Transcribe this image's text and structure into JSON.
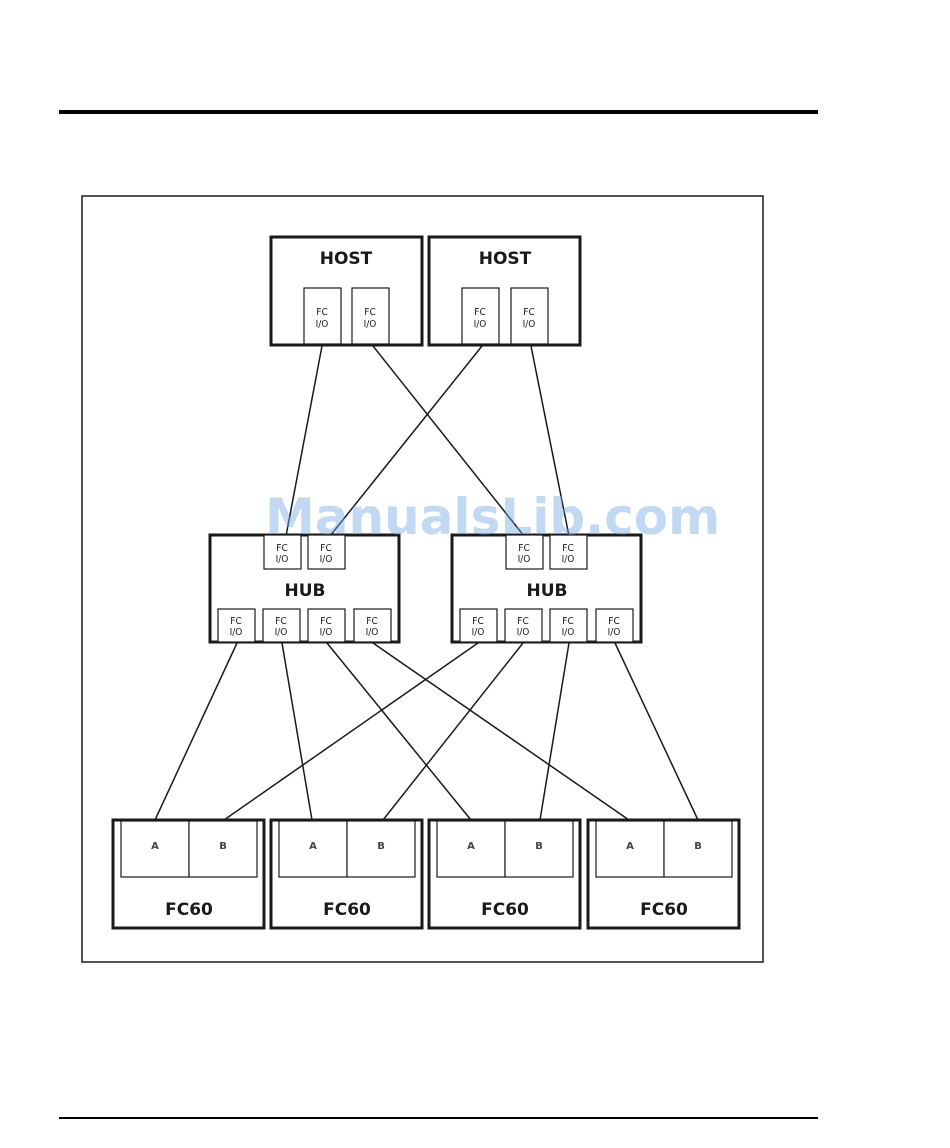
{
  "watermark": "ManualsLib.com",
  "colors": {
    "stroke": "#1a1a1a",
    "watermark": "#78aae6"
  },
  "hosts": [
    {
      "label": "HOST",
      "ports": [
        {
          "line1": "FC",
          "line2": "I/O"
        },
        {
          "line1": "FC",
          "line2": "I/O"
        }
      ]
    },
    {
      "label": "HOST",
      "ports": [
        {
          "line1": "FC",
          "line2": "I/O"
        },
        {
          "line1": "FC",
          "line2": "I/O"
        }
      ]
    }
  ],
  "hubs": [
    {
      "label": "HUB",
      "top_ports": [
        {
          "line1": "FC",
          "line2": "I/O"
        },
        {
          "line1": "FC",
          "line2": "I/O"
        }
      ],
      "bottom_ports": [
        {
          "line1": "FC",
          "line2": "I/O"
        },
        {
          "line1": "FC",
          "line2": "I/O"
        },
        {
          "line1": "FC",
          "line2": "I/O"
        },
        {
          "line1": "FC",
          "line2": "I/O"
        }
      ]
    },
    {
      "label": "HUB",
      "top_ports": [
        {
          "line1": "FC",
          "line2": "I/O"
        },
        {
          "line1": "FC",
          "line2": "I/O"
        }
      ],
      "bottom_ports": [
        {
          "line1": "FC",
          "line2": "I/O"
        },
        {
          "line1": "FC",
          "line2": "I/O"
        },
        {
          "line1": "FC",
          "line2": "I/O"
        },
        {
          "line1": "FC",
          "line2": "I/O"
        }
      ]
    }
  ],
  "arrays": [
    {
      "label": "FC60",
      "controllers": [
        "A",
        "B"
      ]
    },
    {
      "label": "FC60",
      "controllers": [
        "A",
        "B"
      ]
    },
    {
      "label": "FC60",
      "controllers": [
        "A",
        "B"
      ]
    },
    {
      "label": "FC60",
      "controllers": [
        "A",
        "B"
      ]
    }
  ]
}
